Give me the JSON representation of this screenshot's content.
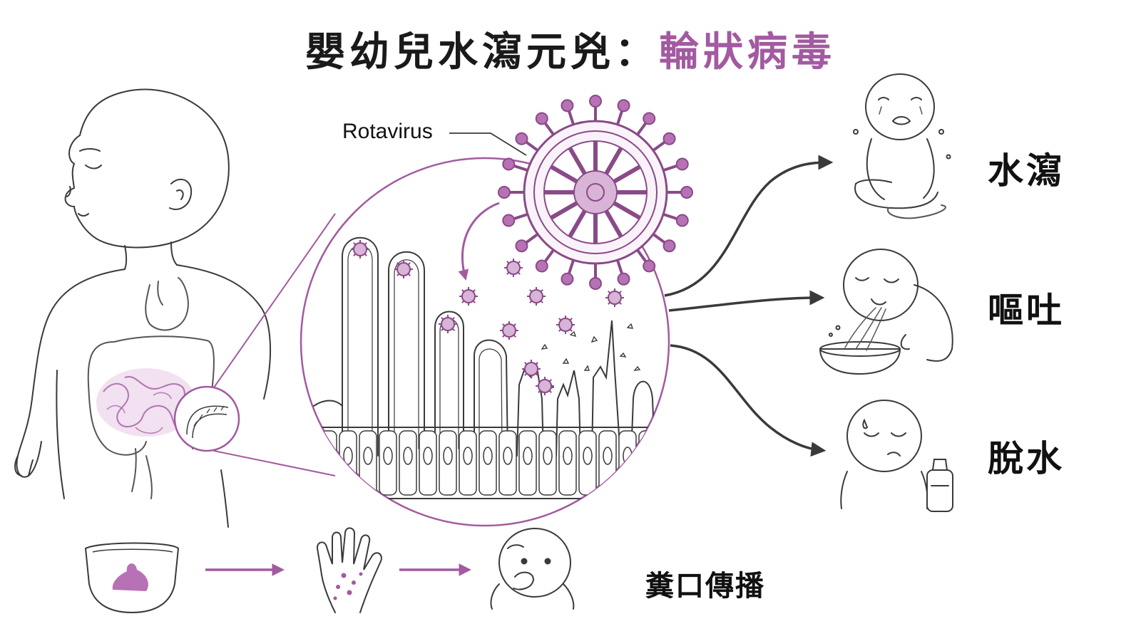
{
  "title": {
    "main": "嬰幼兒水瀉元兇：",
    "highlight": "輪狀病毒"
  },
  "virus_label": "Rotavirus",
  "symptoms": [
    {
      "label": "水瀉"
    },
    {
      "label": "嘔吐"
    },
    {
      "label": "脫水"
    }
  ],
  "transmission": {
    "label": "糞口傳播"
  },
  "colors": {
    "accent": "#a25aa0",
    "ink": "#1a1a1a",
    "light_accent": "#e9d3e8"
  },
  "icons": [
    "baby-body",
    "intestine-zoom",
    "rotavirus",
    "villi",
    "crying-baby-potty",
    "vomiting-baby",
    "dehydrated-baby",
    "diaper-icon",
    "hand-icon",
    "baby-mouth-icon"
  ]
}
